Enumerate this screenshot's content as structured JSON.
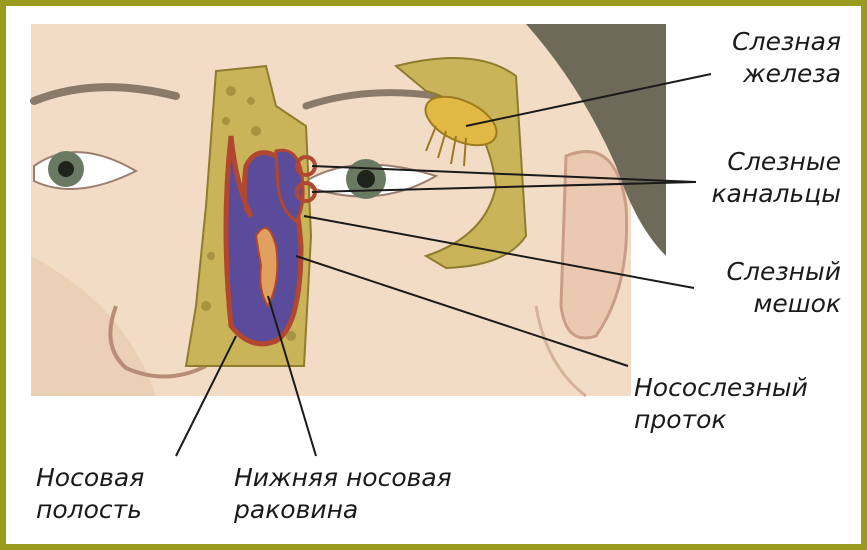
{
  "labels": {
    "lacrimal_gland": {
      "line1": "Слезная",
      "line2": "железа"
    },
    "lacrimal_canaliculi": {
      "line1": "Слезные",
      "line2": "канальцы"
    },
    "lacrimal_sac": {
      "line1": "Слезный",
      "line2": "мешок"
    },
    "nasolacrimal_duct": {
      "line1": "Носослезный",
      "line2": "проток"
    },
    "nasal_cavity": {
      "line1": "Носовая",
      "line2": "полость"
    },
    "inferior_turbinate": {
      "line1": "Нижняя носовая",
      "line2": "раковина"
    }
  },
  "colors": {
    "frame": "#9a9a1e",
    "skin": "#f3dcc6",
    "bone": "#c9b45a",
    "mucosa": "#5a4c9a",
    "hair": "#6e6a5a",
    "leader": "#1a1a1a"
  }
}
